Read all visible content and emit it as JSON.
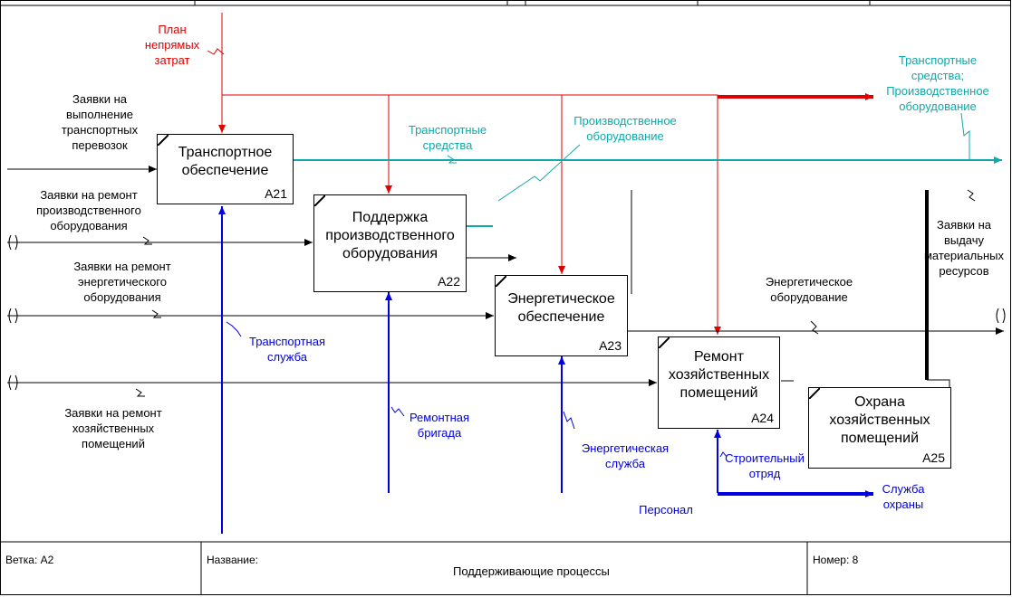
{
  "boxes": [
    {
      "id": "A21",
      "title": "Транспортное\nобеспечение"
    },
    {
      "id": "A22",
      "title": "Поддержка\nпроизводственного\nоборудования"
    },
    {
      "id": "A23",
      "title": "Энергетическое\nобеспечение"
    },
    {
      "id": "A24",
      "title": "Ремонт\nхозяйственных\nпомещений"
    },
    {
      "id": "A25",
      "title": "Охрана\nхозяйственных\nпомещений"
    }
  ],
  "labels": {
    "plan": "План\nнепрямых\nзатрат",
    "in_transport": "Заявки на\nвыполнение\nтранспортных\nперевозок",
    "in_repair_prod": "Заявки на ремонт\nпроизводственного\nоборудования",
    "in_repair_energy": "Заявки на ремонт\nэнергетического\nоборудования",
    "in_repair_premises": "Заявки на ремонт\nхозяйственных\nпомещений",
    "out_vehicles": "Транспортные\nсредства",
    "out_prod_equipment": "Производственное\nоборудование",
    "out_combined": "Транспортные\nсредства;\nПроизводственное\nоборудование",
    "out_energy_equipment": "Энергетическое\nоборудование",
    "out_material": "Заявки на\nвыдачу\nматериальных\nресурсов",
    "mech_transport": "Транспортная\nслужба",
    "mech_repair": "Ремонтная\nбригада",
    "mech_energy": "Энергетическая\nслужба",
    "mech_building": "Строительный\nотряд",
    "mech_security": "Служба\nохраны",
    "mech_personnel": "Персонал",
    "tunnel": "()"
  },
  "footer": {
    "branch": "Ветка: A2",
    "name_label": "Название:",
    "name_value": "Поддерживающие процессы",
    "number": "Номер: 8"
  },
  "colors": {
    "control": "#e00000",
    "output_teal": "#10a8a8",
    "mechanism": "#0000e0",
    "flow": "#000000"
  }
}
